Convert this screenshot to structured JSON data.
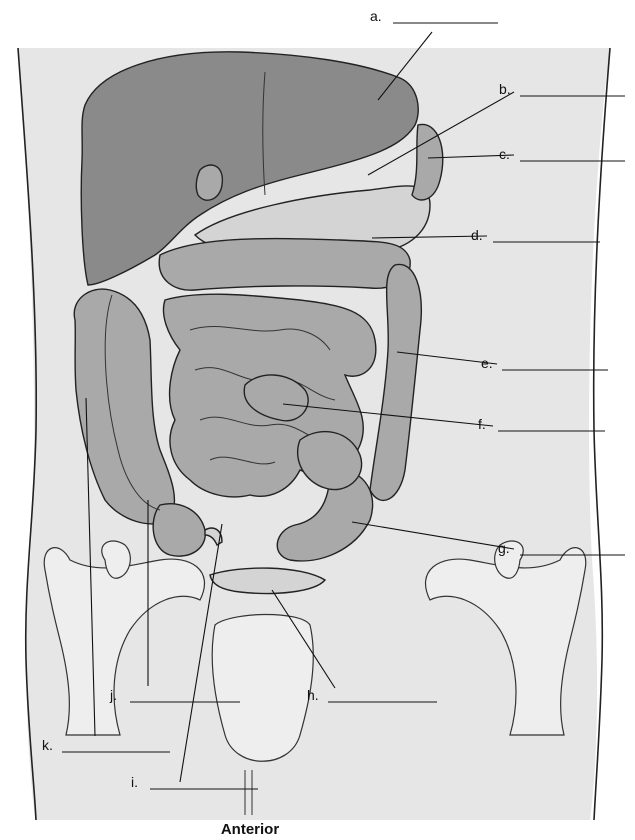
{
  "labels": [
    {
      "id": "a",
      "text": "a."
    },
    {
      "id": "b",
      "text": "b."
    },
    {
      "id": "c",
      "text": "c."
    },
    {
      "id": "d",
      "text": "d."
    },
    {
      "id": "e",
      "text": "e."
    },
    {
      "id": "f",
      "text": "f."
    },
    {
      "id": "g",
      "text": "g."
    },
    {
      "id": "h",
      "text": "h."
    },
    {
      "id": "i",
      "text": "i."
    },
    {
      "id": "j",
      "text": "j."
    },
    {
      "id": "k",
      "text": "k."
    }
  ],
  "caption": "Anterior"
}
